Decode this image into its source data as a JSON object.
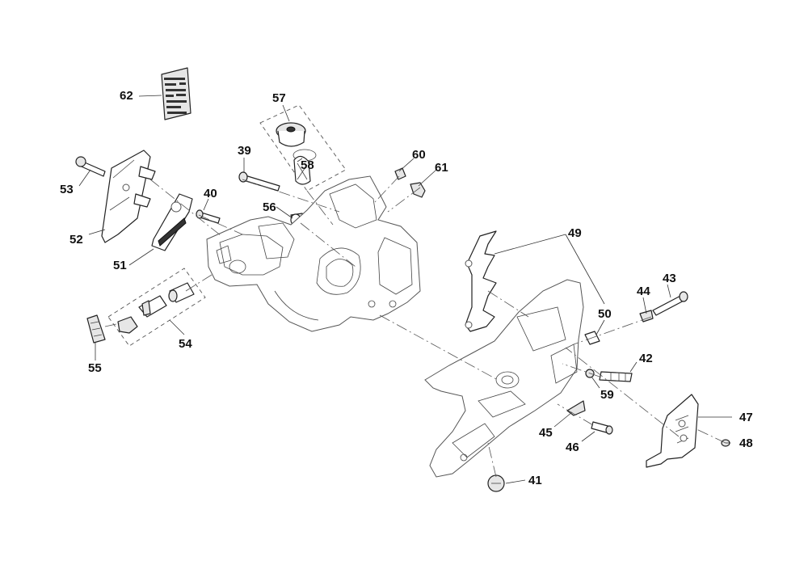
{
  "diagram": {
    "callouts": [
      {
        "id": "c62",
        "label": "62"
      },
      {
        "id": "c57",
        "label": "57"
      },
      {
        "id": "c39",
        "label": "39"
      },
      {
        "id": "c58",
        "label": "58"
      },
      {
        "id": "c60",
        "label": "60"
      },
      {
        "id": "c61",
        "label": "61"
      },
      {
        "id": "c53",
        "label": "53"
      },
      {
        "id": "c40",
        "label": "40"
      },
      {
        "id": "c56",
        "label": "56"
      },
      {
        "id": "c52",
        "label": "52"
      },
      {
        "id": "c51",
        "label": "51"
      },
      {
        "id": "c49",
        "label": "49"
      },
      {
        "id": "c43",
        "label": "43"
      },
      {
        "id": "c44",
        "label": "44"
      },
      {
        "id": "c50",
        "label": "50"
      },
      {
        "id": "c54",
        "label": "54"
      },
      {
        "id": "c55",
        "label": "55"
      },
      {
        "id": "c42",
        "label": "42"
      },
      {
        "id": "c59",
        "label": "59"
      },
      {
        "id": "c47",
        "label": "47"
      },
      {
        "id": "c45",
        "label": "45"
      },
      {
        "id": "c48",
        "label": "48"
      },
      {
        "id": "c46",
        "label": "46"
      },
      {
        "id": "c41",
        "label": "41"
      }
    ]
  }
}
